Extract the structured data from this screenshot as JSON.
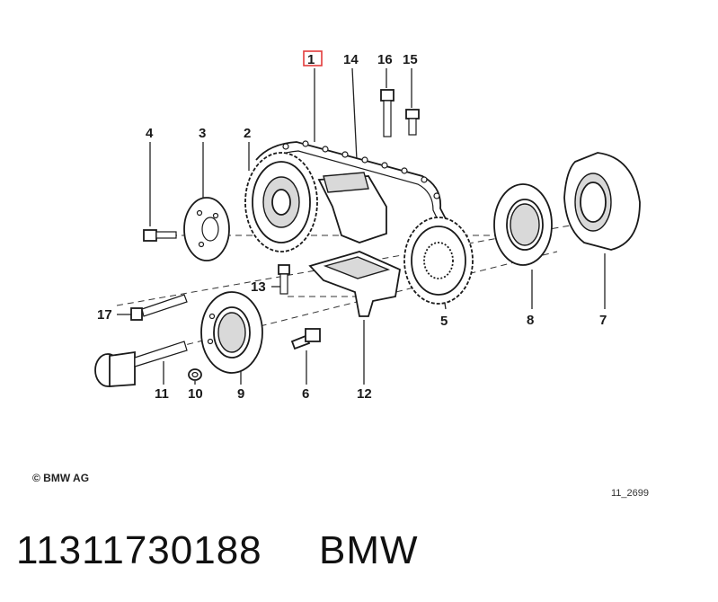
{
  "diagram": {
    "callouts": [
      {
        "id": "1",
        "label": "1",
        "highlighted": true
      },
      {
        "id": "2",
        "label": "2"
      },
      {
        "id": "3",
        "label": "3"
      },
      {
        "id": "4",
        "label": "4"
      },
      {
        "id": "5",
        "label": "5"
      },
      {
        "id": "6",
        "label": "6"
      },
      {
        "id": "7",
        "label": "7"
      },
      {
        "id": "8",
        "label": "8"
      },
      {
        "id": "9",
        "label": "9"
      },
      {
        "id": "10",
        "label": "10"
      },
      {
        "id": "11",
        "label": "11"
      },
      {
        "id": "12",
        "label": "12"
      },
      {
        "id": "13",
        "label": "13"
      },
      {
        "id": "14",
        "label": "14"
      },
      {
        "id": "15",
        "label": "15"
      },
      {
        "id": "16",
        "label": "16"
      },
      {
        "id": "17",
        "label": "17"
      }
    ],
    "highlight_color": "#e23b3b",
    "copyright": "© BMW AG",
    "figure_code": "11_2699"
  },
  "caption": {
    "part_number": "11311730188",
    "brand": "BMW"
  }
}
